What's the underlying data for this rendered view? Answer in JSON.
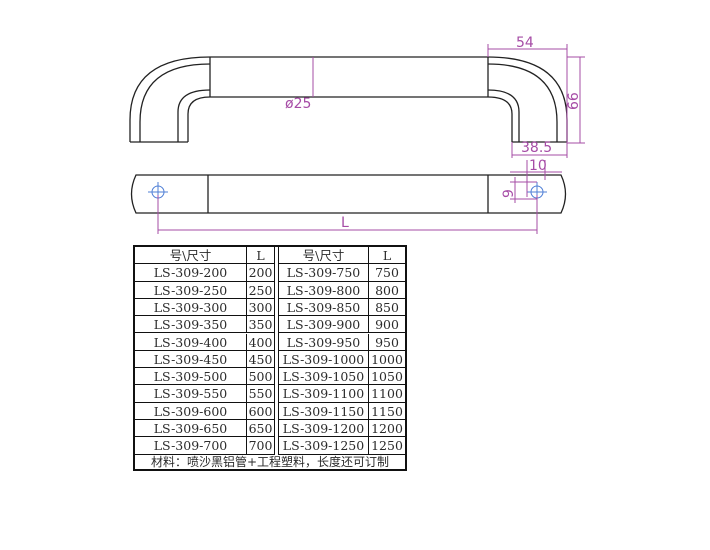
{
  "drawing": {
    "dimensions": {
      "width_54": "54",
      "height_66": "66",
      "depth_38_5": "38.5",
      "hole_10": "10",
      "hole_9": "9",
      "diameter": "ø25",
      "length": "L"
    },
    "colors": {
      "line": "#222222",
      "dimension": "#a64ca6",
      "centerline": "#4f7fd6"
    }
  },
  "table": {
    "headers": {
      "model": "号\\尺寸",
      "length": "L"
    },
    "left": [
      {
        "model": "LS-309-200",
        "L": "200"
      },
      {
        "model": "LS-309-250",
        "L": "250"
      },
      {
        "model": "LS-309-300",
        "L": "300"
      },
      {
        "model": "LS-309-350",
        "L": "350"
      },
      {
        "model": "LS-309-400",
        "L": "400"
      },
      {
        "model": "LS-309-450",
        "L": "450"
      },
      {
        "model": "LS-309-500",
        "L": "500"
      },
      {
        "model": "LS-309-550",
        "L": "550"
      },
      {
        "model": "LS-309-600",
        "L": "600"
      },
      {
        "model": "LS-309-650",
        "L": "650"
      },
      {
        "model": "LS-309-700",
        "L": "700"
      }
    ],
    "right": [
      {
        "model": "LS-309-750",
        "L": "750"
      },
      {
        "model": "LS-309-800",
        "L": "800"
      },
      {
        "model": "LS-309-850",
        "L": "850"
      },
      {
        "model": "LS-309-900",
        "L": "900"
      },
      {
        "model": "LS-309-950",
        "L": "950"
      },
      {
        "model": "LS-309-1000",
        "L": "1000"
      },
      {
        "model": "LS-309-1050",
        "L": "1050"
      },
      {
        "model": "LS-309-1100",
        "L": "1100"
      },
      {
        "model": "LS-309-1150",
        "L": "1150"
      },
      {
        "model": "LS-309-1200",
        "L": "1200"
      },
      {
        "model": "LS-309-1250",
        "L": "1250"
      }
    ],
    "footer": "材料：喷沙黑铝管+工程塑料，长度还可订制"
  }
}
